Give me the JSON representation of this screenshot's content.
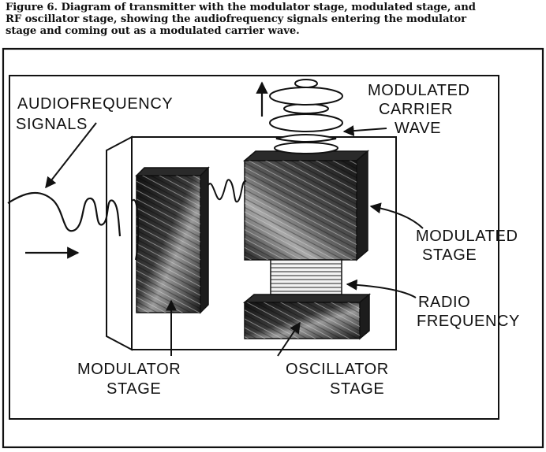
{
  "caption": {
    "line1": "Figure 6.  Diagram of transmitter with the modulator stage, modulated stage, and",
    "line2": "RF oscillator stage, showing the audiofrequency signals entering the modulator",
    "line3": "stage and coming out as a modulated carrier wave."
  },
  "labels": {
    "audio_line1": "AUDIOFREQUENCY",
    "audio_line2": "SIGNALS",
    "carrier_line1": "MODULATED",
    "carrier_line2": "CARRIER",
    "carrier_line3": "WAVE",
    "modulated_line1": "MODULATED",
    "modulated_line2": "STAGE",
    "radio_line1": "RADIO",
    "radio_line2": "FREQUENCY",
    "modulator_line1": "MODULATOR",
    "modulator_line2": "STAGE",
    "oscillator_line1": "OSCILLATOR",
    "oscillator_line2": "STAGE"
  },
  "colors": {
    "ink": "#111111",
    "block_dark": "#1a1a1a",
    "block_light": "#8a8a8a",
    "panel": "#ffffff"
  }
}
